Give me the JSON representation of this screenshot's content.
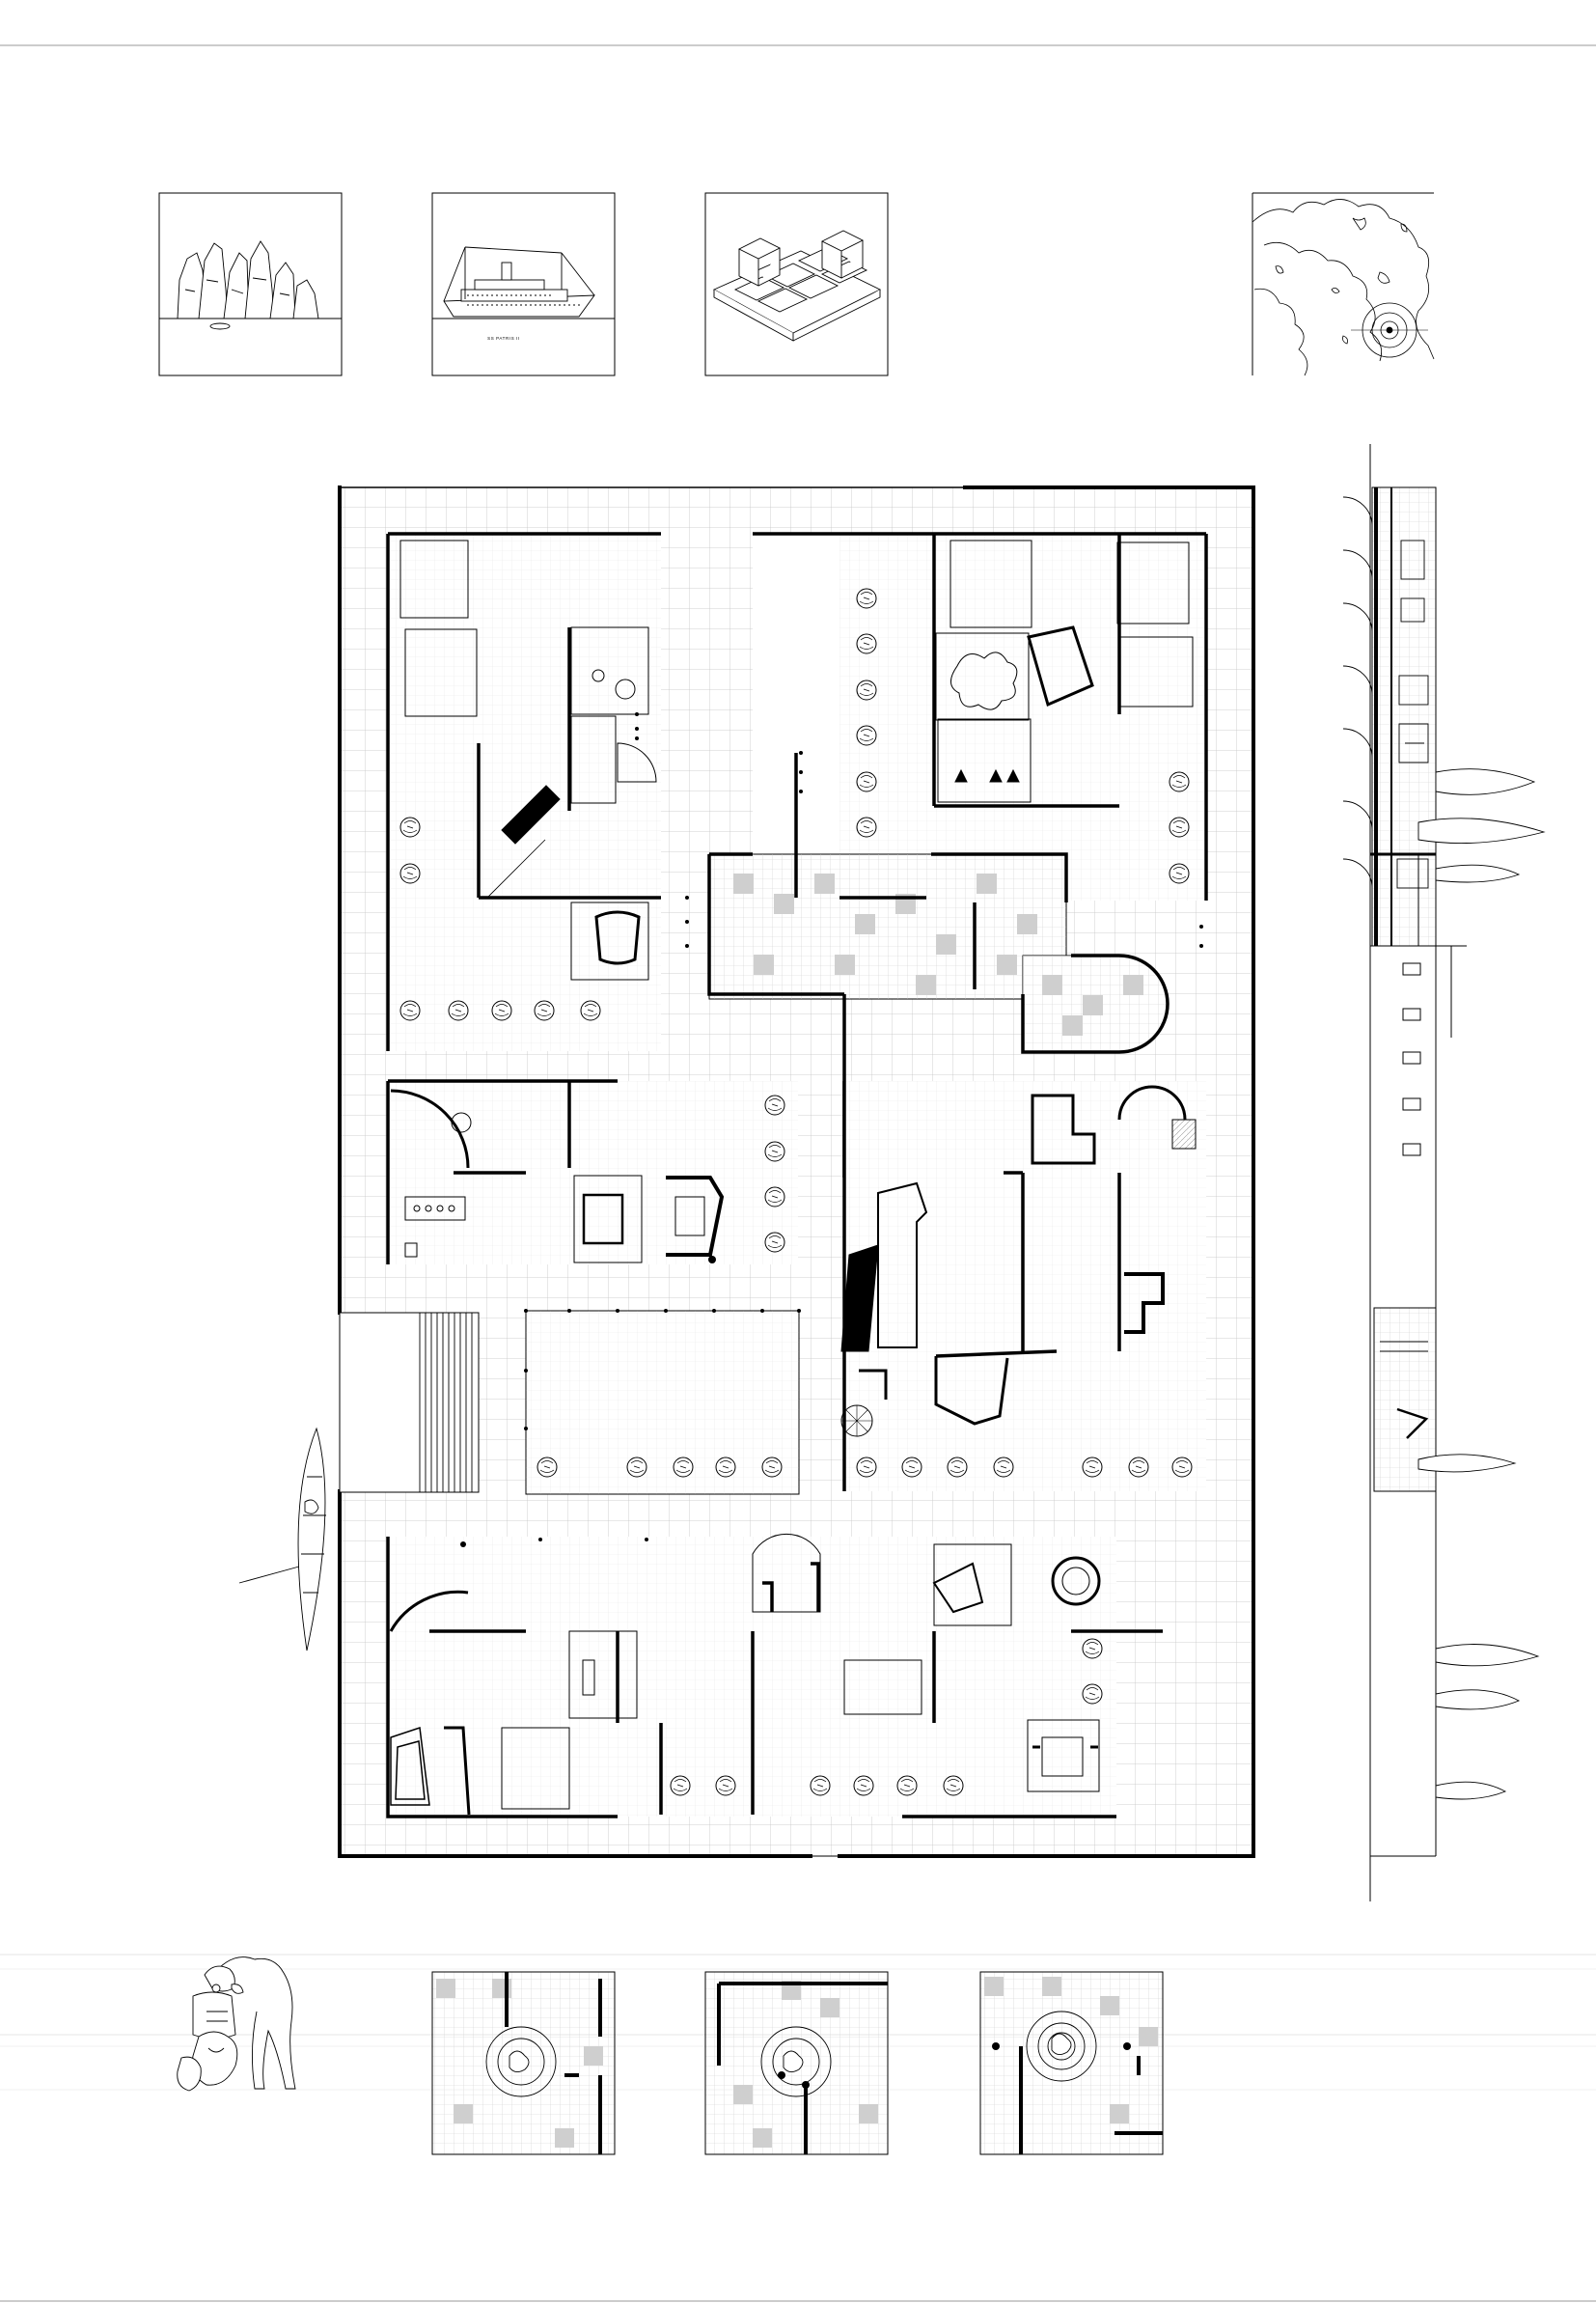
{
  "palette": {
    "ink": "#000000",
    "grid": "#bdbdbd",
    "paving": "#d6d6d6",
    "paper": "#ffffff"
  },
  "vignettes": {
    "top": [
      {
        "name": "rock-formations-vignette",
        "icon": "rock-spires-icon"
      },
      {
        "name": "steamship-vignette",
        "icon": "steamship-icon",
        "caption": "SS PATRIS II"
      },
      {
        "name": "plinth-blocks-vignette",
        "icon": "isometric-blocks-icon"
      },
      {
        "name": "coastline-map-vignette",
        "icon": "coastline-map-icon"
      }
    ],
    "bottom": [
      {
        "name": "sculpture-group-vignette",
        "icon": "sculpture-figures-icon"
      },
      {
        "name": "court-detail-1",
        "icon": "court-plan-icon"
      },
      {
        "name": "court-detail-2",
        "icon": "court-plan-icon"
      },
      {
        "name": "court-detail-3",
        "icon": "court-plan-icon"
      }
    ]
  },
  "plan": {
    "icons": [
      "tree-icon",
      "boat-icon",
      "stair-icon",
      "checker-paving-icon"
    ]
  }
}
